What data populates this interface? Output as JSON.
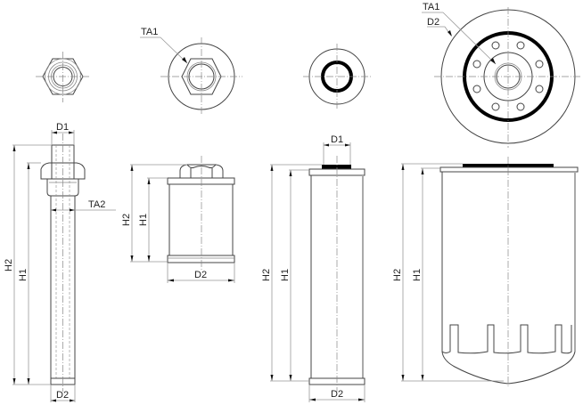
{
  "drawing": {
    "views": [
      {
        "id": "view-1",
        "description": "Long suction strainer element with hex fitting",
        "labels": {
          "d1": "D1",
          "d2": "D2",
          "h1": "H1",
          "h2": "H2",
          "ta2": "TA2"
        }
      },
      {
        "id": "view-2",
        "description": "Short in-line filter element with hex nut and flange",
        "labels": {
          "ta1": "TA1",
          "d2": "D2",
          "h1": "H1",
          "h2": "H2"
        }
      },
      {
        "id": "view-3",
        "description": "Cylindrical cartridge element with gasket",
        "labels": {
          "d1": "D1",
          "d2": "D2",
          "h1": "H1",
          "h2": "H2"
        }
      },
      {
        "id": "view-4",
        "description": "Spin-on filter cartridge with gasket and bolt holes",
        "labels": {
          "ta1": "TA1",
          "d2": "D2",
          "h1": "H1",
          "h2": "H2"
        }
      }
    ]
  }
}
